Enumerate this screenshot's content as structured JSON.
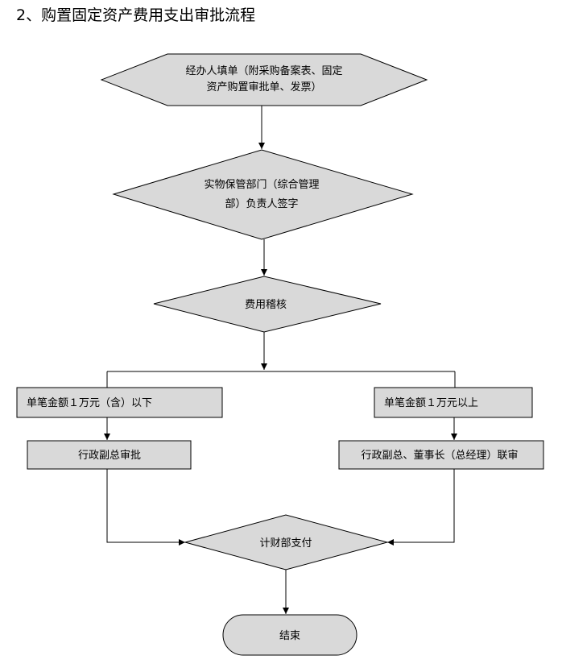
{
  "title": "2、购置固定资产费用支出审批流程",
  "nodes": {
    "fill_form": {
      "line1": "经办人填单（附采购备案表、固定",
      "line2": "资产购置审批单、发票）"
    },
    "custodian_sign": {
      "line1": "实物保管部门（综合管理",
      "line2": "部）负责人签字"
    },
    "expense_review": {
      "label": "费用稽核"
    },
    "single_below": {
      "label": "单笔金额１万元（含）以下"
    },
    "single_above": {
      "label": "单笔金额１万元以上"
    },
    "vice_approve": {
      "label": "行政副总审批"
    },
    "joint_approve": {
      "label": "行政副总、董事长（总经理）联审"
    },
    "finance_pay": {
      "label": "计财部支付"
    },
    "end": {
      "label": "结束"
    }
  },
  "colors": {
    "shape_fill": "#d9d9d9",
    "stroke": "#000000"
  }
}
